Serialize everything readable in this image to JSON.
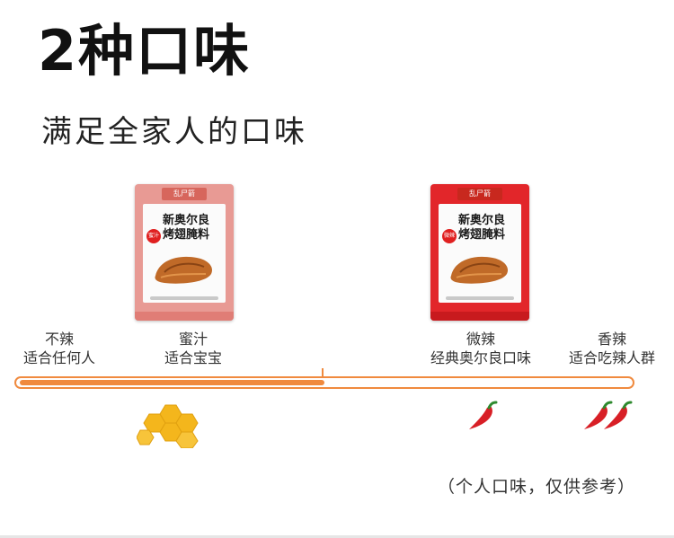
{
  "heading": {
    "title": "2种口味",
    "subtitle": "满足全家人的口味"
  },
  "products": [
    {
      "brand": "乱尸箭",
      "tag": "蜜汁",
      "name_line1": "新奥尔良",
      "name_line2": "烤翅腌料"
    },
    {
      "brand": "乱尸箭",
      "tag": "微辣",
      "name_line1": "新奥尔良",
      "name_line2": "烤翅腌料"
    }
  ],
  "levels": [
    {
      "name": "不辣",
      "desc": "适合任何人"
    },
    {
      "name": "蜜汁",
      "desc": "适合宝宝"
    },
    {
      "name": "微辣",
      "desc": "经典奥尔良口味"
    },
    {
      "name": "香辣",
      "desc": "适合吃辣人群"
    }
  ],
  "scale": {
    "accent": "#f08a3e",
    "fill_fraction": 0.5
  },
  "icons": {
    "honey": "honeycomb-icon",
    "mild": "chili-pepper-icon",
    "hot": "two-chili-peppers-icon"
  },
  "note": "（个人口味，仅供参考）"
}
